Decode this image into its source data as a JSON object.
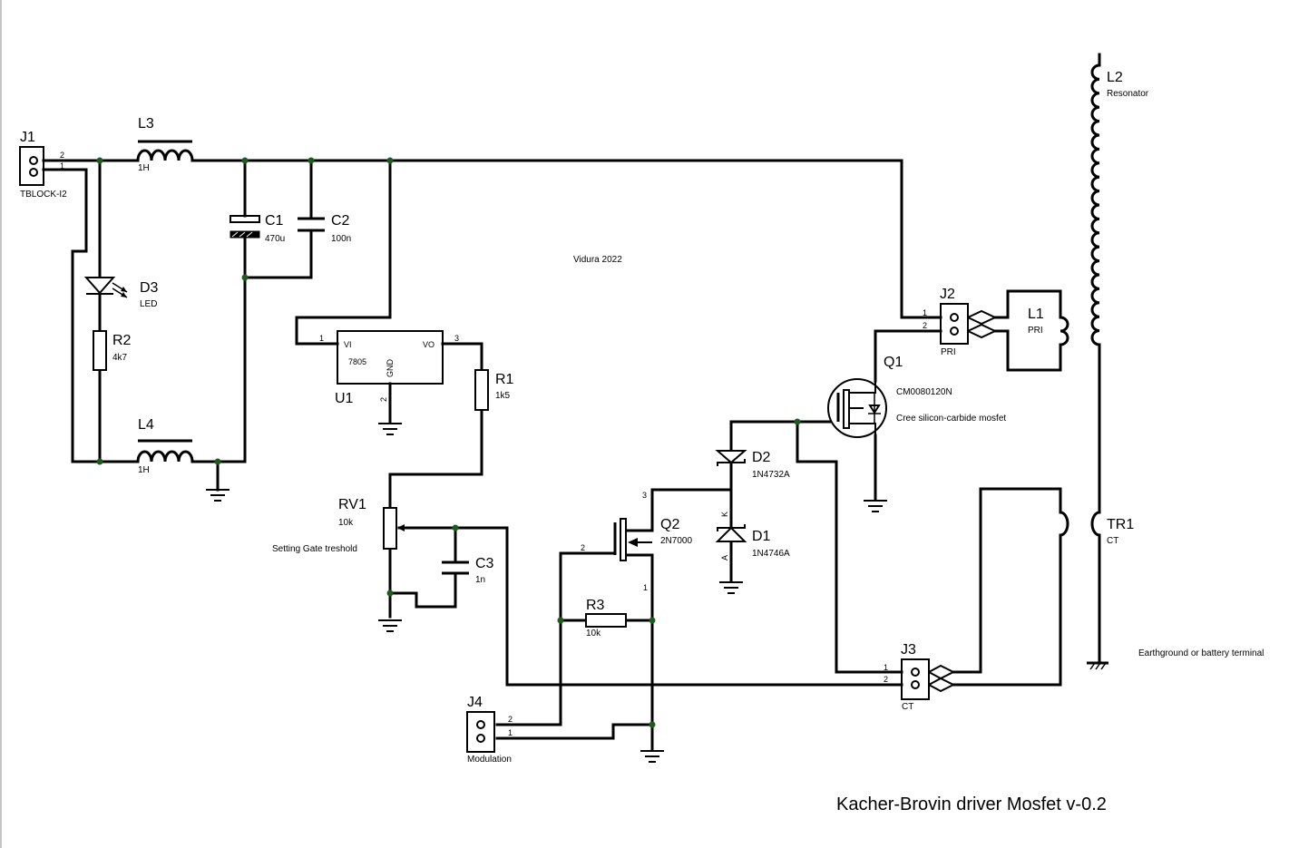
{
  "title": "Kacher-Brovin driver  Mosfet v-0.2",
  "author": "Vidura 2022",
  "notes": {
    "rv1": "Setting Gate treshold",
    "earth": "Earthground or battery terminal"
  },
  "components": {
    "J1": {
      "ref": "J1",
      "value": "TBLOCK-I2",
      "pin1": "1",
      "pin2": "2"
    },
    "L3": {
      "ref": "L3",
      "value": "1H"
    },
    "L4": {
      "ref": "L4",
      "value": "1H"
    },
    "C1": {
      "ref": "C1",
      "value": "470u"
    },
    "C2": {
      "ref": "C2",
      "value": "100n"
    },
    "D3": {
      "ref": "D3",
      "value": "LED"
    },
    "R2": {
      "ref": "R2",
      "value": "4k7"
    },
    "U1": {
      "ref": "U1",
      "value": "7805",
      "vi": "VI",
      "vo": "VO",
      "gnd": "GND",
      "pin1": "1",
      "pin2": "2",
      "pin3": "3"
    },
    "R1": {
      "ref": "R1",
      "value": "1k5"
    },
    "RV1": {
      "ref": "RV1",
      "value": "10k"
    },
    "C3": {
      "ref": "C3",
      "value": "1n"
    },
    "Q2": {
      "ref": "Q2",
      "value": "2N7000",
      "pin1": "1",
      "pin2": "2",
      "pin3": "3"
    },
    "R3": {
      "ref": "R3",
      "value": "10k"
    },
    "D2": {
      "ref": "D2",
      "value": "1N4732A"
    },
    "D1": {
      "ref": "D1",
      "value": "1N4746A",
      "k": "K",
      "a": "A"
    },
    "Q1": {
      "ref": "Q1",
      "value": "CM0080120N",
      "desc": "Cree silicon-carbide mosfet"
    },
    "J2": {
      "ref": "J2",
      "value": "PRI",
      "pin1": "1",
      "pin2": "2"
    },
    "L1": {
      "ref": "L1",
      "value": "PRI"
    },
    "L2": {
      "ref": "L2",
      "value": "Resonator"
    },
    "TR1": {
      "ref": "TR1",
      "value": "CT"
    },
    "J3": {
      "ref": "J3",
      "value": "CT",
      "pin1": "1",
      "pin2": "2"
    },
    "J4": {
      "ref": "J4",
      "value": "Modulation",
      "pin1": "1",
      "pin2": "2"
    }
  }
}
